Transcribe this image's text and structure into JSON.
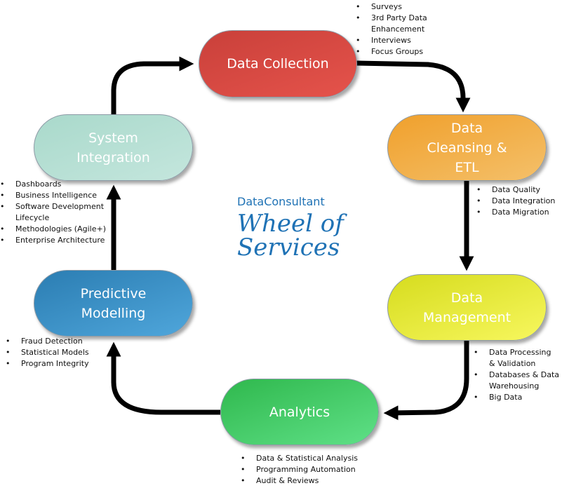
{
  "brand": "DataConsultant",
  "title": "Wheel of\nServices",
  "colors": {
    "arrow": "#000000",
    "data_collection": "#d9473f",
    "data_cleansing": "#f2ac3f",
    "data_management": "#eef03a",
    "analytics": "#45cc6b",
    "predictive_modelling": "#3a90c8",
    "system_integration": "#b7dfd4",
    "brand_text": "#1f72b5"
  },
  "nodes": {
    "data_collection": {
      "label": "Data Collection",
      "bullets": [
        "Surveys",
        "3rd Party Data",
        "Enhancement",
        "Interviews",
        "Focus Groups"
      ]
    },
    "data_cleansing": {
      "label": "Data\nCleansing &\nETL",
      "bullets": [
        "Data Quality",
        "Data Integration",
        "Data Migration"
      ]
    },
    "data_management": {
      "label": "Data\nManagement",
      "bullets": [
        "Data Processing",
        "& Validation",
        "Databases & Data",
        "Warehousing",
        "Big Data"
      ]
    },
    "analytics": {
      "label": "Analytics",
      "bullets": [
        "Data & Statistical Analysis",
        "Programming Automation",
        "Audit & Reviews"
      ]
    },
    "predictive_modelling": {
      "label": "Predictive\nModelling",
      "bullets": [
        "Fraud Detection",
        "Statistical Models",
        "Program Integrity"
      ]
    },
    "system_integration": {
      "label": "System\nIntegration",
      "bullets": [
        "Dashboards",
        "Business Intelligence",
        "Software Development",
        "Lifecycle",
        "Methodologies (Agile+)",
        "Enterprise Architecture"
      ]
    }
  }
}
